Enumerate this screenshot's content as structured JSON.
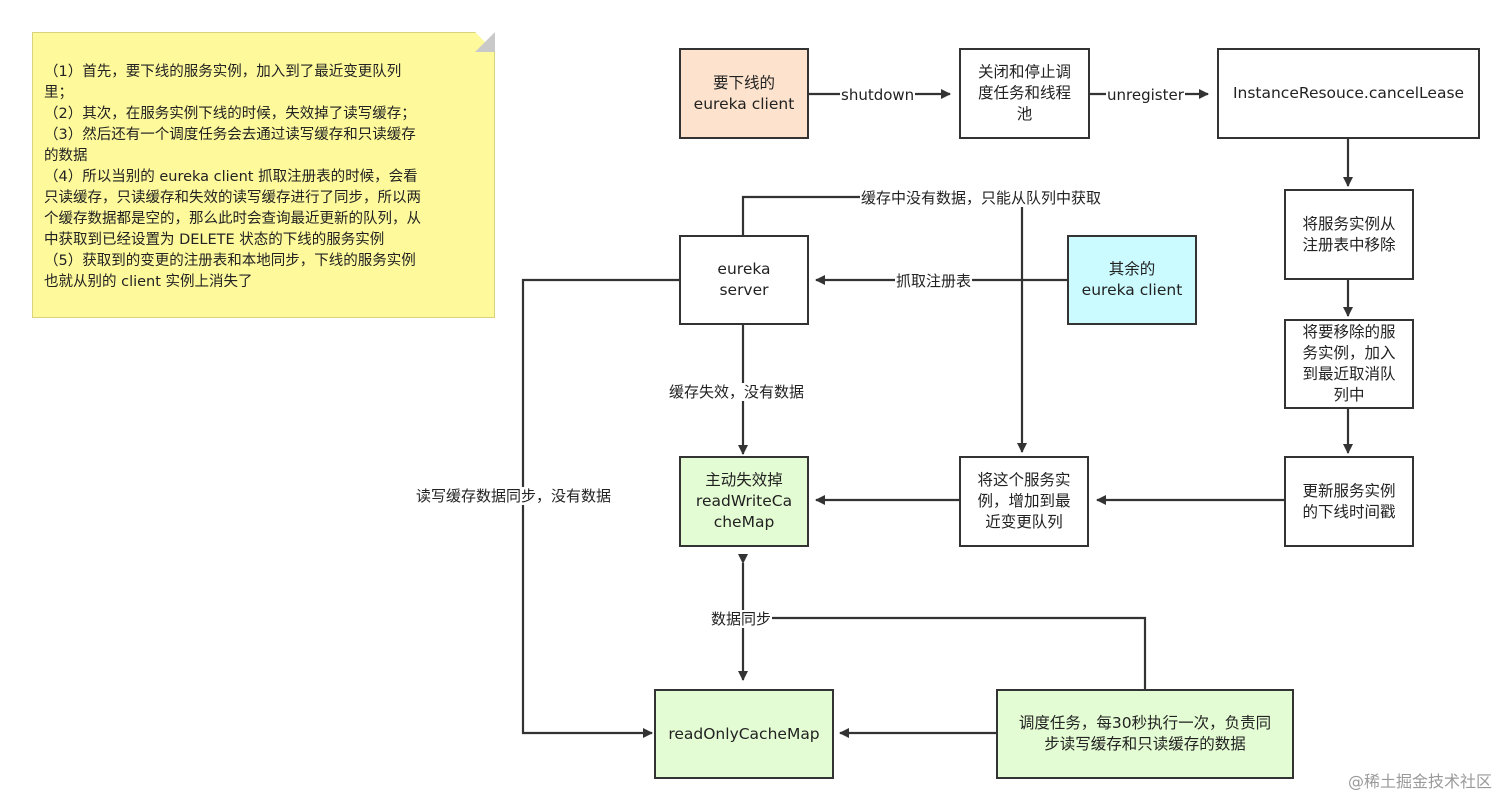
{
  "note": {
    "lines": [
      "（1）首先，要下线的服务实例，加入到了最近变更队列",
      "里；",
      "（2）其次，在服务实例下线的时候，失效掉了读写缓存；",
      "（3）然后还有一个调度任务会去通过读写缓存和只读缓存",
      "的数据",
      "（4）所以当别的 eureka client 抓取注册表的时候，会看",
      "只读缓存，只读缓存和失效的读写缓存进行了同步，所以两",
      "个缓存数据都是空的，那么此时会查询最近更新的队列，从",
      "中获取到已经设置为 DELETE 状态的下线的服务实例",
      "（5）获取到的变更的注册表和本地同步，下线的服务实例",
      "也就从别的 client 实例上消失了"
    ]
  },
  "boxes": {
    "offline_client": [
      "要下线的",
      "eureka client"
    ],
    "close_tasks": [
      "关闭和停止调",
      "度任务和线程",
      "池"
    ],
    "cancel_lease": [
      "InstanceResouce.cancelLease"
    ],
    "remove_registry": [
      "将服务实例从",
      "注册表中移除"
    ],
    "add_cancel_queue": [
      "将要移除的服",
      "务实例，加入",
      "到最近取消队",
      "列中"
    ],
    "update_time": [
      "更新服务实例",
      "的下线时间戳"
    ],
    "add_change_queue": [
      "将这个服务实",
      "例，增加到最",
      "近变更队列"
    ],
    "eureka_server": [
      "eureka",
      "server"
    ],
    "other_client": [
      "其余的",
      "eureka client"
    ],
    "invalidate_rw": [
      "主动失效掉",
      "readWriteCa",
      "cheMap"
    ],
    "readonly_cache": [
      "readOnlyCacheMap"
    ],
    "scheduler": [
      "调度任务，每30秒执行一次，负责同",
      "步读写缓存和只读缓存的数据"
    ]
  },
  "labels": {
    "shutdown": "shutdown",
    "unregister": "unregister",
    "queue_fetch": "缓存中没有数据，只能从队列中获取",
    "fetch_registry": "抓取注册表",
    "cache_invalid": "缓存失效，没有数据",
    "rw_sync": "读写缓存数据同步，没有数据",
    "data_sync": "数据同步"
  },
  "colors": {
    "orange_box": "#fde3cd",
    "cyan_box": "#ccfbff",
    "green_box": "#e4fcd3",
    "note_bg": "#fefa9c",
    "line": "#333333"
  },
  "watermark": "@稀土掘金技术社区"
}
